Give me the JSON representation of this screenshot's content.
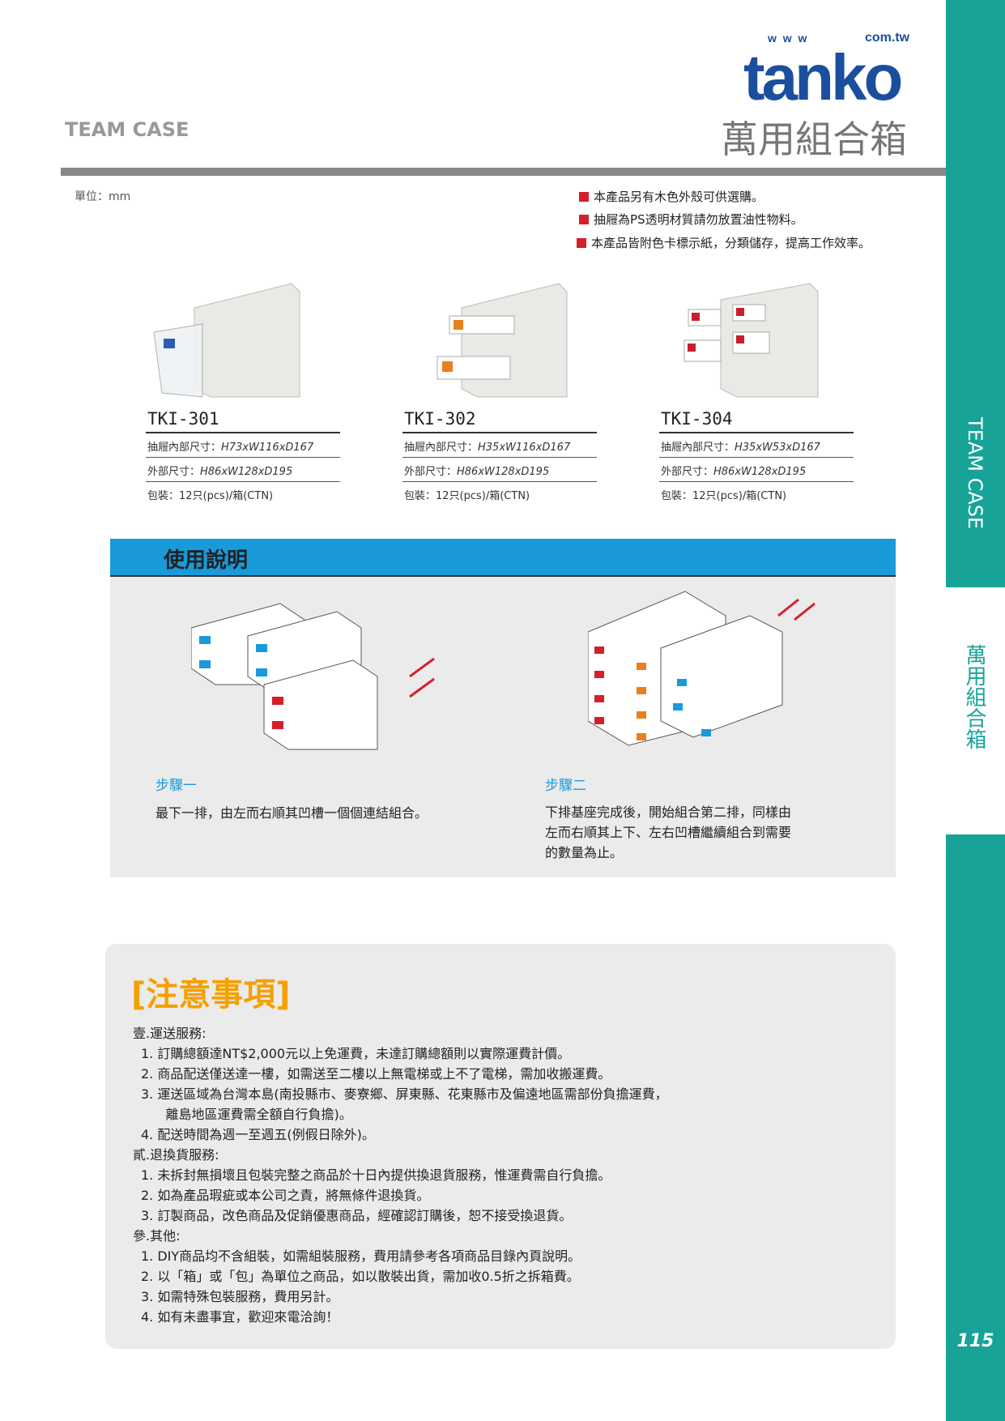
{
  "header": {
    "logo_www": "w w w",
    "logo_domain": "com.tw",
    "logo_name": "tanko",
    "category": "TEAM CASE",
    "title": "萬用組合箱"
  },
  "unit": "單位：mm",
  "bullets": [
    "本產品另有木色外殼可供選購。",
    "抽屜為PS透明材質請勿放置油性物料。",
    "本產品皆附色卡標示紙，分類儲存，提高工作效率。"
  ],
  "products": [
    {
      "model": "TKI-301",
      "inner_label": "抽屜內部尺寸：",
      "inner": "H73xW116xD167",
      "outer_label": "外部尺寸：",
      "outer": "H86xW128xD195",
      "pack": "包裝：12只(pcs)/箱(CTN)"
    },
    {
      "model": "TKI-302",
      "inner_label": "抽屜內部尺寸：",
      "inner": "H35xW116xD167",
      "outer_label": "外部尺寸：",
      "outer": "H86xW128xD195",
      "pack": "包裝：12只(pcs)/箱(CTN)"
    },
    {
      "model": "TKI-304",
      "inner_label": "抽屜內部尺寸：",
      "inner": "H35xW53xD167",
      "outer_label": "外部尺寸：",
      "outer": "H86xW128xD195",
      "pack": "包裝：12只(pcs)/箱(CTN)"
    }
  ],
  "instructions": {
    "title": "使用說明",
    "step1": {
      "label": "步驟一",
      "text": "最下一排，由左而右順其凹槽一個個連結組合。"
    },
    "step2": {
      "label": "步驟二",
      "lines": [
        "下排基座完成後，開始組合第二排，同樣由",
        "左而右順其上下、左右凹槽繼續組合到需要",
        "的數量為止。"
      ]
    }
  },
  "notes": {
    "title": "[注意事項]",
    "lines": [
      "壹.運送服務:",
      "1.  訂購總額達NT$2,000元以上免運費，未達訂購總額則以實際運費計價。",
      "2.  商品配送僅送達一樓，如需送至二樓以上無電梯或上不了電梯，需加收搬運費。",
      "3.  運送區域為台灣本島(南投縣市、麥寮鄉、屏東縣、花東縣市及偏遠地區需部份負擔運費，",
      "      離島地區運費需全額自行負擔)。",
      "4.  配送時間為週一至週五(例假日除外)。",
      "貳.退換貨服務:",
      "1.  未拆封無損壞且包裝完整之商品於十日內提供換退貨服務，惟運費需自行負擔。",
      "2.  如為產品瑕疵或本公司之責，將無條件退換貨。",
      "3.  訂製商品，改色商品及促銷優惠商品，經確認訂購後，恕不接受換退貨。",
      "參.其他:",
      "1.  DIY商品均不含組裝，如需組裝服務，費用請參考各項商品目錄內頁說明。",
      "2.  以「箱」或「包」為單位之商品，如以散裝出貨，需加收0.5折之拆箱費。",
      "3.  如需特殊包裝服務，費用另計。",
      "4.  如有未盡事宜，歡迎來電洽詢！"
    ]
  },
  "side": {
    "category": "TEAM CASE",
    "title": "萬用組合箱",
    "page": "115"
  },
  "colors": {
    "teal": "#17a398",
    "logo_blue": "#1b4f9e",
    "instruction_blue": "#1a9ad9",
    "notes_orange": "#f5a000",
    "bullet_red": "#d4202a"
  }
}
